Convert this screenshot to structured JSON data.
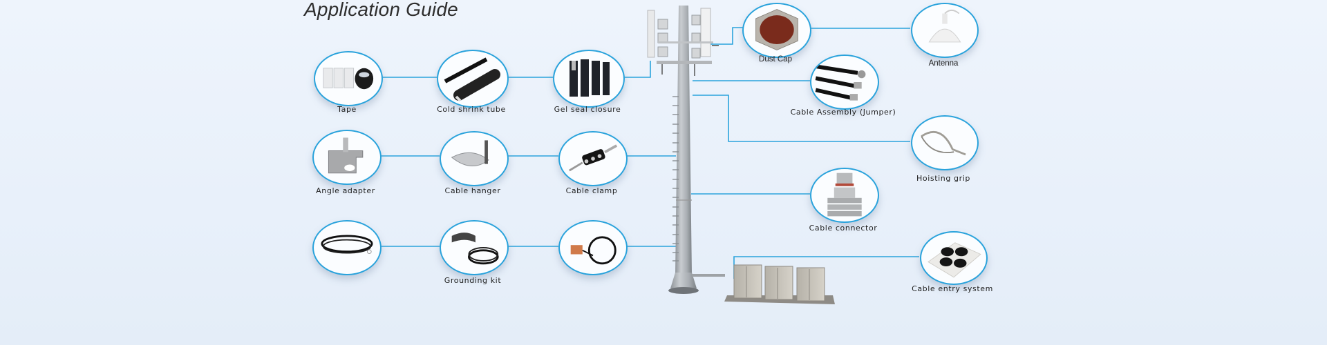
{
  "title": "Application Guide",
  "accent_color": "#2aa3dc",
  "items": [
    {
      "id": "tape",
      "label": "Tape"
    },
    {
      "id": "cold-shrink-tube",
      "label": "Cold shrink tube"
    },
    {
      "id": "gel-seal-closure",
      "label": "Gel seal closure"
    },
    {
      "id": "angle-adapter",
      "label": "Angle adapter"
    },
    {
      "id": "cable-hanger",
      "label": "Cable hanger"
    },
    {
      "id": "cable-clamp",
      "label": "Cable clamp"
    },
    {
      "id": "grounding-cable",
      "label": ""
    },
    {
      "id": "grounding-kit",
      "label": "Grounding kit"
    },
    {
      "id": "grounding-cable-2",
      "label": ""
    },
    {
      "id": "dust-cap",
      "label": "Dust Cap"
    },
    {
      "id": "antenna",
      "label": "Antenna"
    },
    {
      "id": "cable-assembly",
      "label": "Cable Assembly (Jumper)"
    },
    {
      "id": "hoisting-grip",
      "label": "Hoisting grip"
    },
    {
      "id": "cable-connector",
      "label": "Cable connector"
    },
    {
      "id": "cable-entry-system",
      "label": "Cable entry system"
    }
  ]
}
